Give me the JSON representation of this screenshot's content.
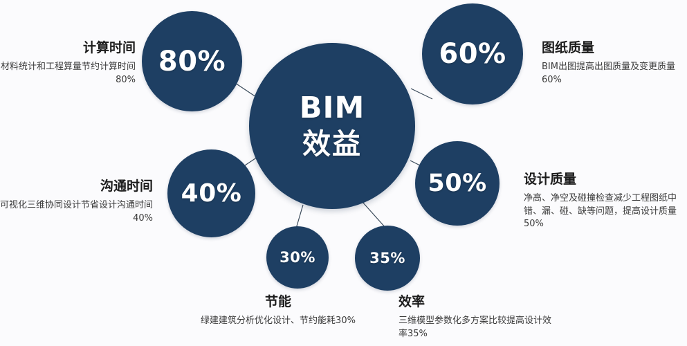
{
  "diagram": {
    "center": {
      "line1": "BIM",
      "line2": "效益"
    },
    "nodes": [
      {
        "id": "calc-time",
        "percent": "80%",
        "title": "计算时间",
        "description": "材料统计和工程算量节约计算时间80%"
      },
      {
        "id": "drawing-quality",
        "percent": "60%",
        "title": "图纸质量",
        "description": "BIM出图提高出图质量及变更质量60%"
      },
      {
        "id": "communication-time",
        "percent": "40%",
        "title": "沟通时间",
        "description": "可视化三维协同设计节省设计沟通时间40%"
      },
      {
        "id": "design-quality",
        "percent": "50%",
        "title": "设计质量",
        "description": "净高、净空及碰撞检查减少工程图纸中错、漏、碰、缺等问题，提高设计质量50%"
      },
      {
        "id": "energy-saving",
        "percent": "30%",
        "title": "节能",
        "description": "绿建建筑分析优化设计、节约能耗30%"
      },
      {
        "id": "efficiency",
        "percent": "35%",
        "title": "效率",
        "description": "三维模型参数化多方案比较提高设计效率35%"
      }
    ],
    "colors": {
      "bubble_fill": "#1e3f63",
      "bubble_text": "#ffffff",
      "title_text": "#1c1c1c",
      "body_text": "#3a3a3a",
      "connector_line": "#3a4a5a",
      "background": "#fbfbfd"
    }
  }
}
